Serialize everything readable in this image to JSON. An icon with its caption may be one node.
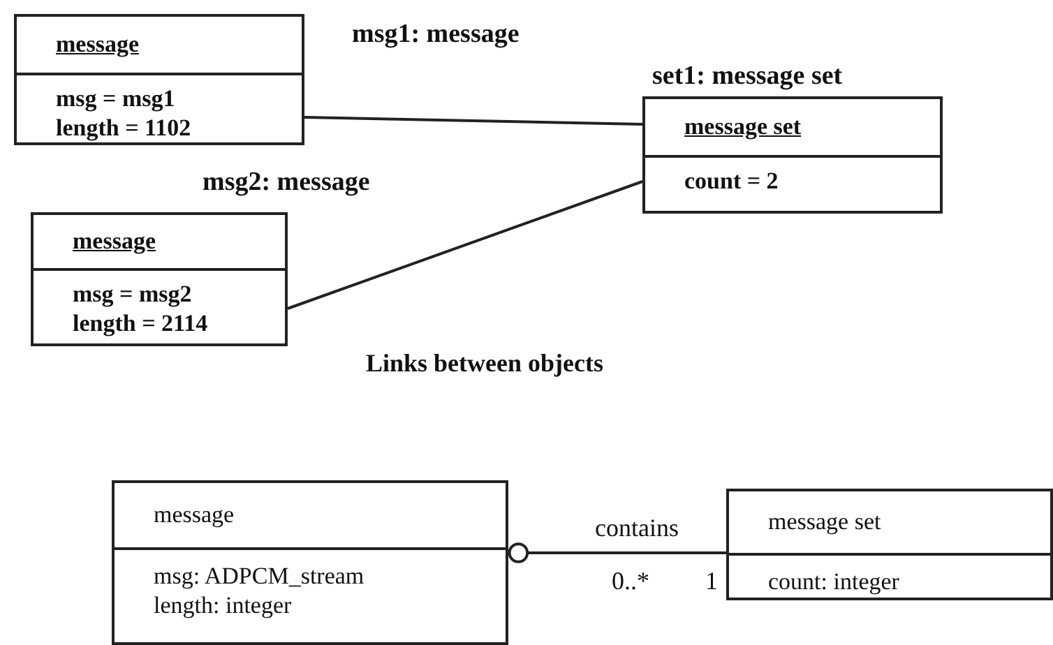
{
  "diagram": {
    "nodes": [
      {
        "text": [
          "message",
          "msg = msg1",
          "length = 1102"
        ],
        "beside": [
          "msg1: message"
        ]
      },
      {
        "text": [
          "message",
          "msg = msg2",
          "length = 2114"
        ],
        "beside": [
          "msg2: message"
        ]
      },
      {
        "text": [
          "set1: message set",
          "message set",
          "count = 2"
        ]
      },
      {
        "text": [
          "message",
          "msg: ADPCM_stream",
          "length: integer"
        ]
      },
      {
        "text": [
          "message set",
          "count: integer"
        ]
      }
    ],
    "edges": [
      {
        "from": 0,
        "to": 2,
        "arrow": "none"
      },
      {
        "from": 1,
        "to": 2,
        "arrow": "none"
      },
      {
        "from": 3,
        "to": 4,
        "arrow": "other",
        "label": "contains"
      }
    ],
    "labels": [
      "Links between objects",
      "0..*",
      "1"
    ]
  }
}
